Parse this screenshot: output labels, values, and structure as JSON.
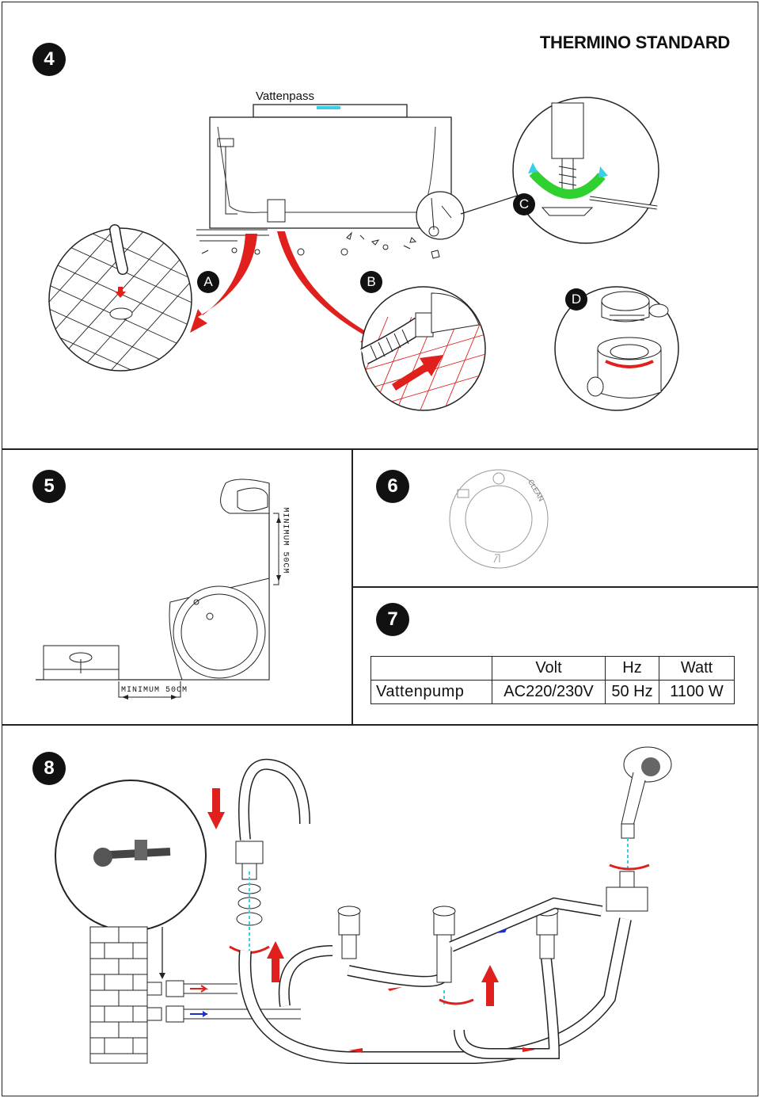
{
  "document": {
    "title": "THERMINO STANDARD",
    "steps": [
      "4",
      "5",
      "6",
      "7",
      "8"
    ]
  },
  "step4": {
    "level_label": "Vattenpass",
    "callouts": [
      "A",
      "B",
      "C",
      "D"
    ]
  },
  "step5": {
    "clearance_vertical": "MINIMUM  50CM",
    "clearance_horizontal": "MINIMUM  50CM"
  },
  "step6": {
    "dial_label": "CLEAN"
  },
  "step7": {
    "headers": [
      "",
      "Volt",
      "Hz",
      "Watt"
    ],
    "rows": [
      [
        "Vattenpump",
        "AC220/230V",
        "50 Hz",
        "1100 W"
      ]
    ]
  },
  "colors": {
    "hot": "#e0201c",
    "cold": "#1c2fcc",
    "swivel": "#2fd12f",
    "accent_cyan": "#35d0e6"
  }
}
